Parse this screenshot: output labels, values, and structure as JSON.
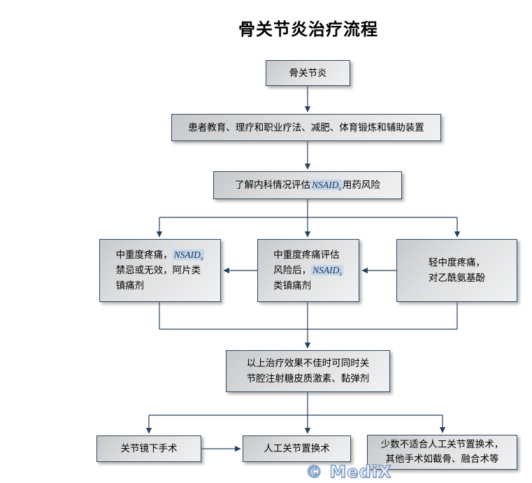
{
  "title": "骨关节炎治疗流程",
  "watermark": "© MediX",
  "nsaid": {
    "text": "NSAID",
    "sub": "s"
  },
  "nodes": {
    "oa": {
      "label": "骨关节炎"
    },
    "education": {
      "label": "患者教育、理疗和职业疗法、减肥、体育锻炼和辅助装置"
    },
    "risk_assessment": {
      "prefix": "了解内科情况评估",
      "suffix": "用药风险"
    },
    "opioid": {
      "line1": "中重度疼痛，",
      "line2": "禁忌或无效，阿片类",
      "line3": "镇痛剂"
    },
    "nsaid_therapy": {
      "line1": "中重度疼痛评估",
      "line2": "风险后，",
      "line3": "类镇痛剂"
    },
    "acetaminophen": {
      "line1": "轻中度疼痛，",
      "line2": "对乙酰氨基酚"
    },
    "injection": {
      "line1": "以上治疗效果不佳时可同时关",
      "line2": "节腔注射糖皮质激素、黏弹剂"
    },
    "arthroscopy": {
      "label": "关节镜下手术"
    },
    "replacement": {
      "label": "人工关节置换术"
    },
    "other_surgery": {
      "line1": "少数不适合人工关节置换术，",
      "line2": "其他手术如截骨、融合术等"
    }
  },
  "edges": [
    {
      "from": "oa",
      "to": "education"
    },
    {
      "from": "education",
      "to": "risk_assessment"
    },
    {
      "from": "risk_assessment",
      "to": "opioid"
    },
    {
      "from": "risk_assessment",
      "to": "nsaid_therapy"
    },
    {
      "from": "risk_assessment",
      "to": "acetaminophen"
    },
    {
      "from": "acetaminophen",
      "to": "nsaid_therapy"
    },
    {
      "from": "nsaid_therapy",
      "to": "opioid"
    },
    {
      "from": "opioid",
      "to": "injection"
    },
    {
      "from": "nsaid_therapy",
      "to": "injection"
    },
    {
      "from": "acetaminophen",
      "to": "injection"
    },
    {
      "from": "injection",
      "to": "arthroscopy"
    },
    {
      "from": "injection",
      "to": "replacement"
    },
    {
      "from": "injection",
      "to": "other_surgery"
    },
    {
      "from": "arthroscopy",
      "to": "replacement"
    }
  ],
  "colors": {
    "box_border": "#2e4761",
    "box_fill_start": "#c6c8ca",
    "box_fill_end": "#f0f1f2",
    "connector": "#24405c",
    "nsaid_highlight_bg": "#c6d5e8",
    "nsaid_text": "#17365d",
    "watermark_fill": "#e9eff7",
    "watermark_outline": "#6e91bd"
  }
}
